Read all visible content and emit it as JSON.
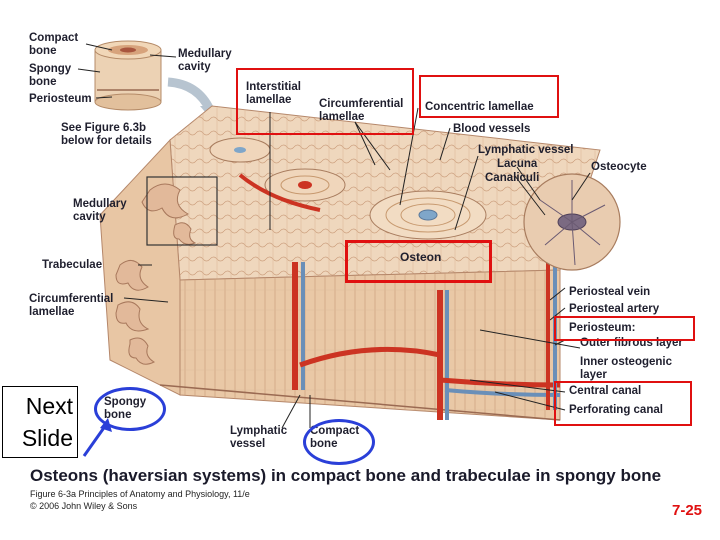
{
  "labels": {
    "compact_bone": "Compact\nbone",
    "spongy_bone_top": "Spongy\nbone",
    "periosteum_top": "Periosteum",
    "medullary_cavity_top": "Medullary\ncavity",
    "see_figure": "See Figure 6.3b\nbelow for details",
    "medullary_cavity_side": "Medullary\ncavity",
    "trabeculae": "Trabeculae",
    "circumferential_lamellae_left": "Circumferential\nlamellae",
    "interstitial_lamellae": "Interstitial\nlamellae",
    "circumferential_lamellae_top": "Circumferential\nlamellae",
    "concentric_lamellae": "Concentric lamellae",
    "blood_vessels": "Blood vessels",
    "lymphatic_vessel_right": "Lymphatic vessel",
    "lacuna": "Lacuna",
    "canaliculi": "Canaliculi",
    "osteocyte": "Osteocyte",
    "osteon": "Osteon",
    "periosteal_vein": "Periosteal vein",
    "periosteal_artery": "Periosteal artery",
    "periosteum_right": "Periosteum:",
    "outer_fibrous_layer": "Outer fibrous layer",
    "inner_osteogenic_layer": "Inner osteogenic\nlayer",
    "central_canal": "Central canal",
    "perforating_canal": "Perforating canal",
    "spongy_bone_bottom": "Spongy\nbone",
    "lymphatic_vessel_bottom": "Lymphatic\nvessel",
    "compact_bone_bottom": "Compact\nbone"
  },
  "caption": "Osteons (haversian systems) in compact bone and trabeculae in spongy bone",
  "credit": "Figure 6-3a  Principles of Anatomy and Physiology, 11/e\n© 2006 John Wiley & Sons",
  "next_slide": {
    "line1": "Next",
    "line2": "Slide"
  },
  "slide_number": "7-25",
  "colors": {
    "highlight_red": "#e01010",
    "highlight_blue": "#2a3fd8",
    "bone": "#e8c9a6",
    "artery": "#cc3322",
    "vein": "#6a8fb8"
  }
}
